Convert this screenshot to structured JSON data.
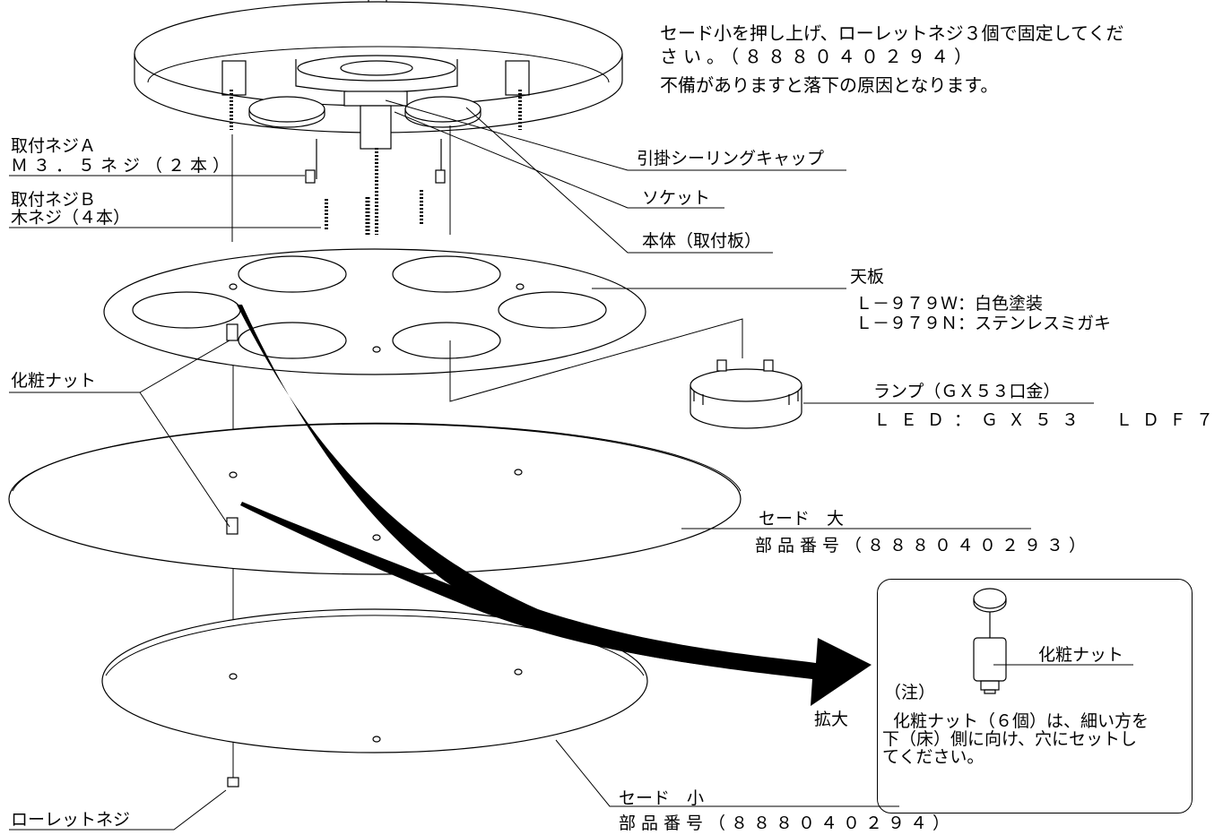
{
  "top_note": {
    "line1": "セード小を押し上げ、ローレットネジ３個で固定してくだ",
    "line2": "さい。（８８８０４０２９４）",
    "line3": "不備がありますと落下の原因となります。"
  },
  "labels": {
    "screw_a_title": "取付ネジＡ",
    "screw_a_spec": "Ｍ３．５ネジ（２本）",
    "screw_b_title": "取付ネジＢ",
    "screw_b_spec": "木ネジ（４本）",
    "ceiling_cap": "引掛シーリングキャップ",
    "socket": "ソケット",
    "body": "本体（取付板）",
    "top_plate": "天板",
    "top_plate_w": "Ｌ－９７９Ｗ：白色塗装",
    "top_plate_n": "Ｌ－９７９Ｎ：ステンレスミガキ",
    "lamp": "ランプ（ＧＸ５３口金）",
    "lamp_spec": "ＬＥＤ：ＧＸ５３　ＬＤＦ７",
    "decor_nut": "化粧ナット",
    "shade_large": "セード　大",
    "shade_large_part": "部品番号（８８８０４０２９３）",
    "shade_small": "セード　小",
    "shade_small_part": "部品番号（８８８０４０２９４）",
    "knurl_screw": "ローレットネジ",
    "enlarge": "拡大"
  },
  "detail_box": {
    "nut_label": "化粧ナット",
    "note_title": "（注）",
    "note_line1": "化粧ナット（６個）は、細い方を",
    "note_line2": "下（床）側に向け、穴にセットし",
    "note_line3": "てください。"
  }
}
